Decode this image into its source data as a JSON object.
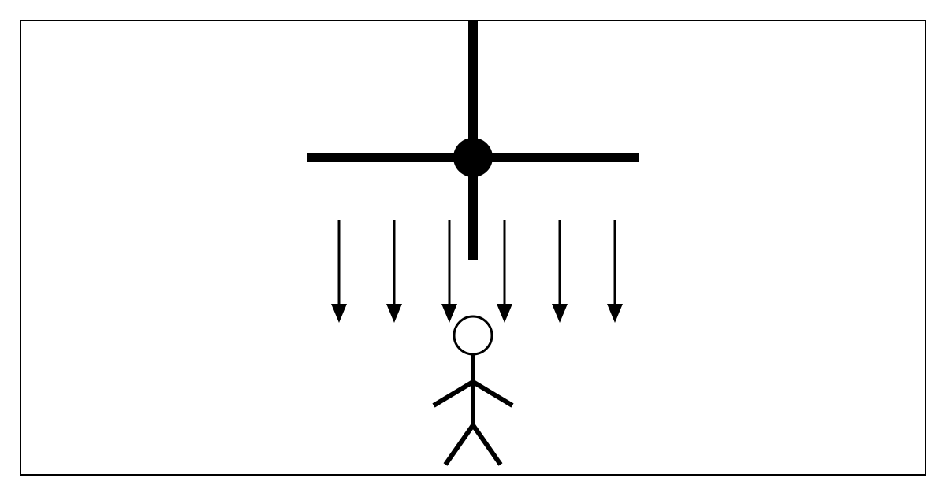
{
  "diagram": {
    "frame_color": "#000000",
    "background": "#ffffff",
    "stroke_color": "#000000",
    "ceiling_fan": {
      "blades": 2,
      "has_hub": true,
      "has_downrod": true
    },
    "airflow": {
      "direction": "down",
      "arrow_count": 6
    },
    "person": {
      "figure": "stick-figure"
    }
  }
}
